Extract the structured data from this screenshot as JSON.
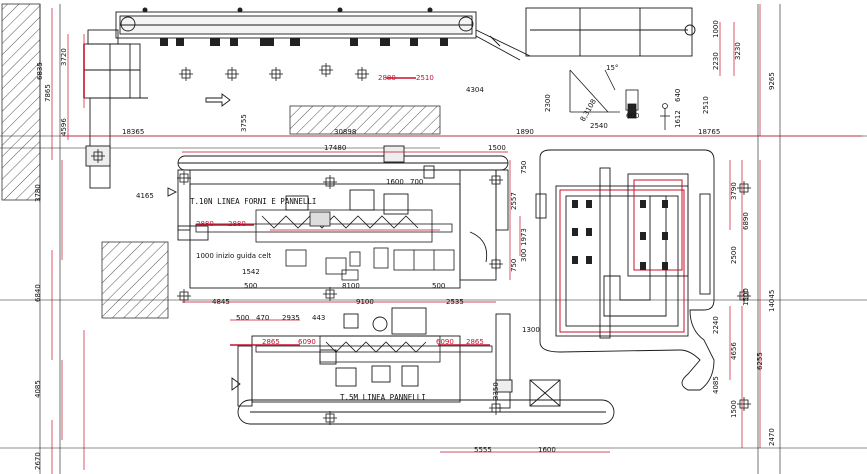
{
  "colors": {
    "line": "#1a1a1a",
    "dimension": "#c8102e",
    "hatch": "#555555",
    "background": "#ffffff"
  },
  "labels": {
    "line_upper": "T.10N LINEA FORNI E PANNELLI",
    "line_lower": "T.5M LINEA PANNELLI",
    "note_inizio": "1000 inizio guida celt"
  },
  "dimensions": {
    "top_left_3720": "3720",
    "top_left_7865": "7865",
    "top_left_6835": "6835",
    "left_4596": "4596",
    "left_3780": "3780",
    "left_6840": "6840",
    "left_4085": "4085",
    "left_2670": "2670",
    "span_18365": "18365",
    "span_3755": "3755",
    "span_30898": "30898",
    "span_1890": "1890",
    "span_18765": "18765",
    "span_17480": "17480",
    "span_1500": "1500",
    "span_1600": "1600",
    "span_700": "700",
    "span_750": "750",
    "span_4165": "4165",
    "span_1542": "1542",
    "span_500a": "500",
    "span_8100": "8100",
    "span_500b": "500",
    "span_4845": "4845",
    "span_9100": "9100",
    "span_2535": "2535",
    "span_500c": "500",
    "span_470": "470",
    "span_2935": "2935",
    "span_443": "443",
    "span_1300": "1300",
    "span_3350": "3350",
    "span_5555": "5555",
    "span_1600b": "1600",
    "v_2557": "2557",
    "v_1973": "1973",
    "v_750": "750",
    "v_300": "300",
    "right_1000": "1000",
    "right_2230": "2230",
    "right_3230": "3230",
    "right_9265": "9265",
    "right_2300": "2300",
    "right_2540": "2540",
    "right_640": "640",
    "right_1612": "1612",
    "right_2510": "2510",
    "right_600": "600",
    "right_15deg": "15°",
    "right_8500": "8,3108",
    "right_3790": "3790",
    "right_6890": "6890",
    "right_2500": "2500",
    "right_1500": "1500",
    "right_14045": "14045",
    "right_2240": "2240",
    "right_4656": "4656",
    "right_6255": "6255",
    "right_4085b": "4085",
    "right_1500b": "1500",
    "right_2470": "2470",
    "mark_2880": "2880",
    "mark_2510": "2510",
    "mark_4304": "4304",
    "mark_2865a": "2865",
    "mark_6090a": "6090",
    "mark_6090b": "6090",
    "mark_2865b": "2865",
    "mark_2880b": "2880",
    "mark_2880c": "2880"
  }
}
